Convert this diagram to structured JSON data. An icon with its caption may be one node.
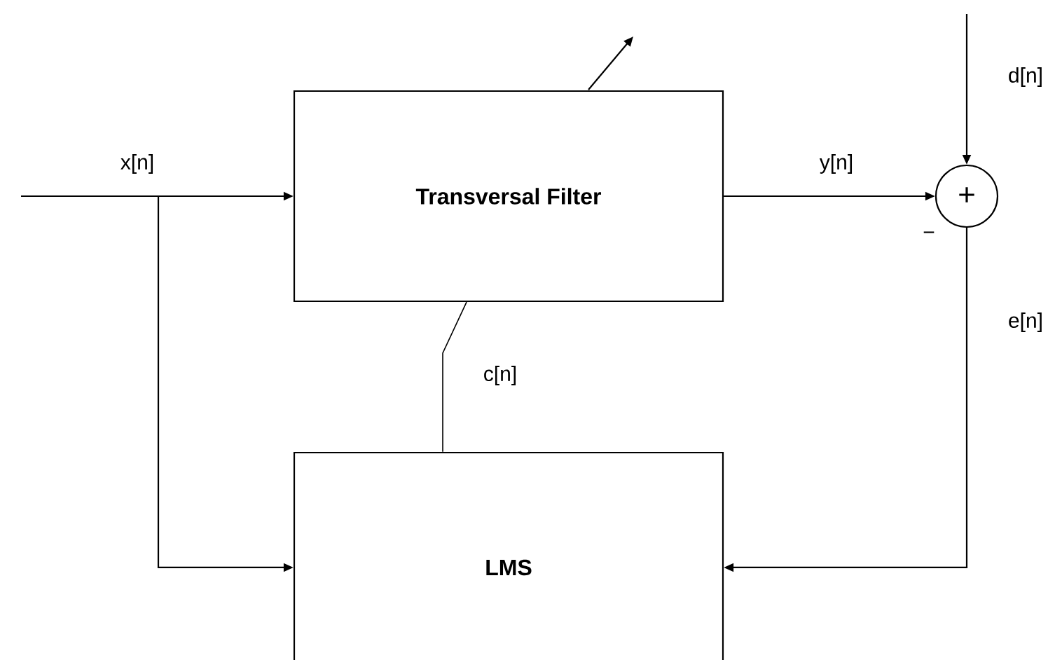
{
  "diagram": {
    "nodes": [
      {
        "text": [
          "Transversal Filter"
        ]
      },
      {
        "text": [
          "LMS"
        ]
      },
      {
        "text": [
          "+"
        ],
        "beside": [
          "−"
        ]
      }
    ],
    "edges": [
      {
        "from": null,
        "to": 0,
        "arrow": "to",
        "label": "x[n]"
      },
      {
        "from": 0,
        "to": 2,
        "arrow": "to",
        "label": "y[n]"
      },
      {
        "from": null,
        "to": 2,
        "arrow": "to",
        "label": "d[n]"
      },
      {
        "from": 2,
        "to": 1,
        "arrow": "to",
        "label": "e[n]"
      },
      {
        "from": null,
        "to": 1,
        "arrow": "to"
      },
      {
        "from": 1,
        "to": 0,
        "arrow": "none",
        "label": "c[n]"
      }
    ]
  }
}
